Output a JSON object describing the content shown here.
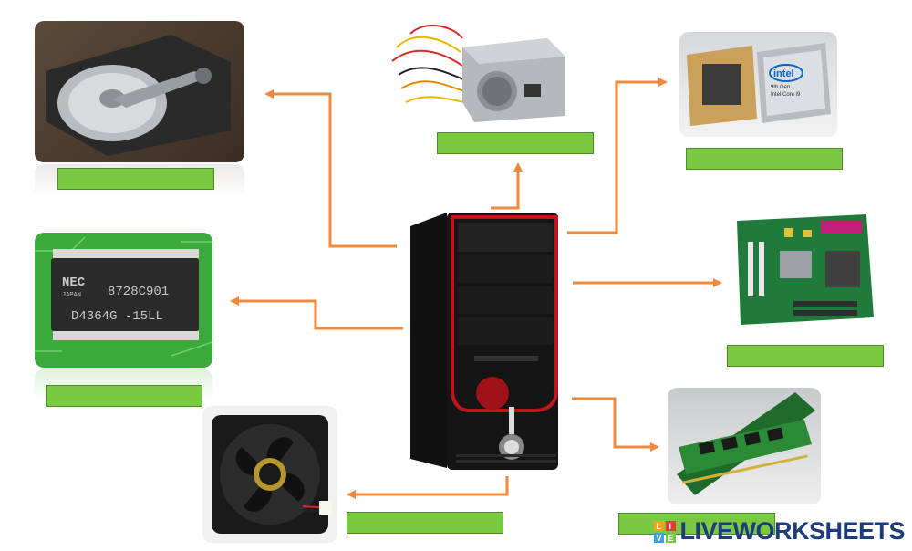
{
  "diagram": {
    "center_item": "computer-tower",
    "components": [
      {
        "id": "hard-drive",
        "answer": ""
      },
      {
        "id": "power-supply",
        "answer": ""
      },
      {
        "id": "cpu",
        "answer": "",
        "chip_text": [
          "intel",
          "9th Gen",
          "Intel Core i9"
        ]
      },
      {
        "id": "memory-chip",
        "answer": "",
        "chip_text": [
          "NEC",
          "JAPAN",
          "8728C901",
          "D4364G -15LL"
        ]
      },
      {
        "id": "motherboard",
        "answer": ""
      },
      {
        "id": "cooling-fan",
        "answer": ""
      },
      {
        "id": "ram",
        "answer": ""
      }
    ],
    "colors": {
      "arrow": "#ef8a3e",
      "answer_box": "#7ac943",
      "tower_accent": "#c0141b"
    }
  },
  "branding": {
    "logo_text": "LIVEWORKSHEETS",
    "badge_letters": [
      "L",
      "I",
      "V",
      "E"
    ]
  }
}
